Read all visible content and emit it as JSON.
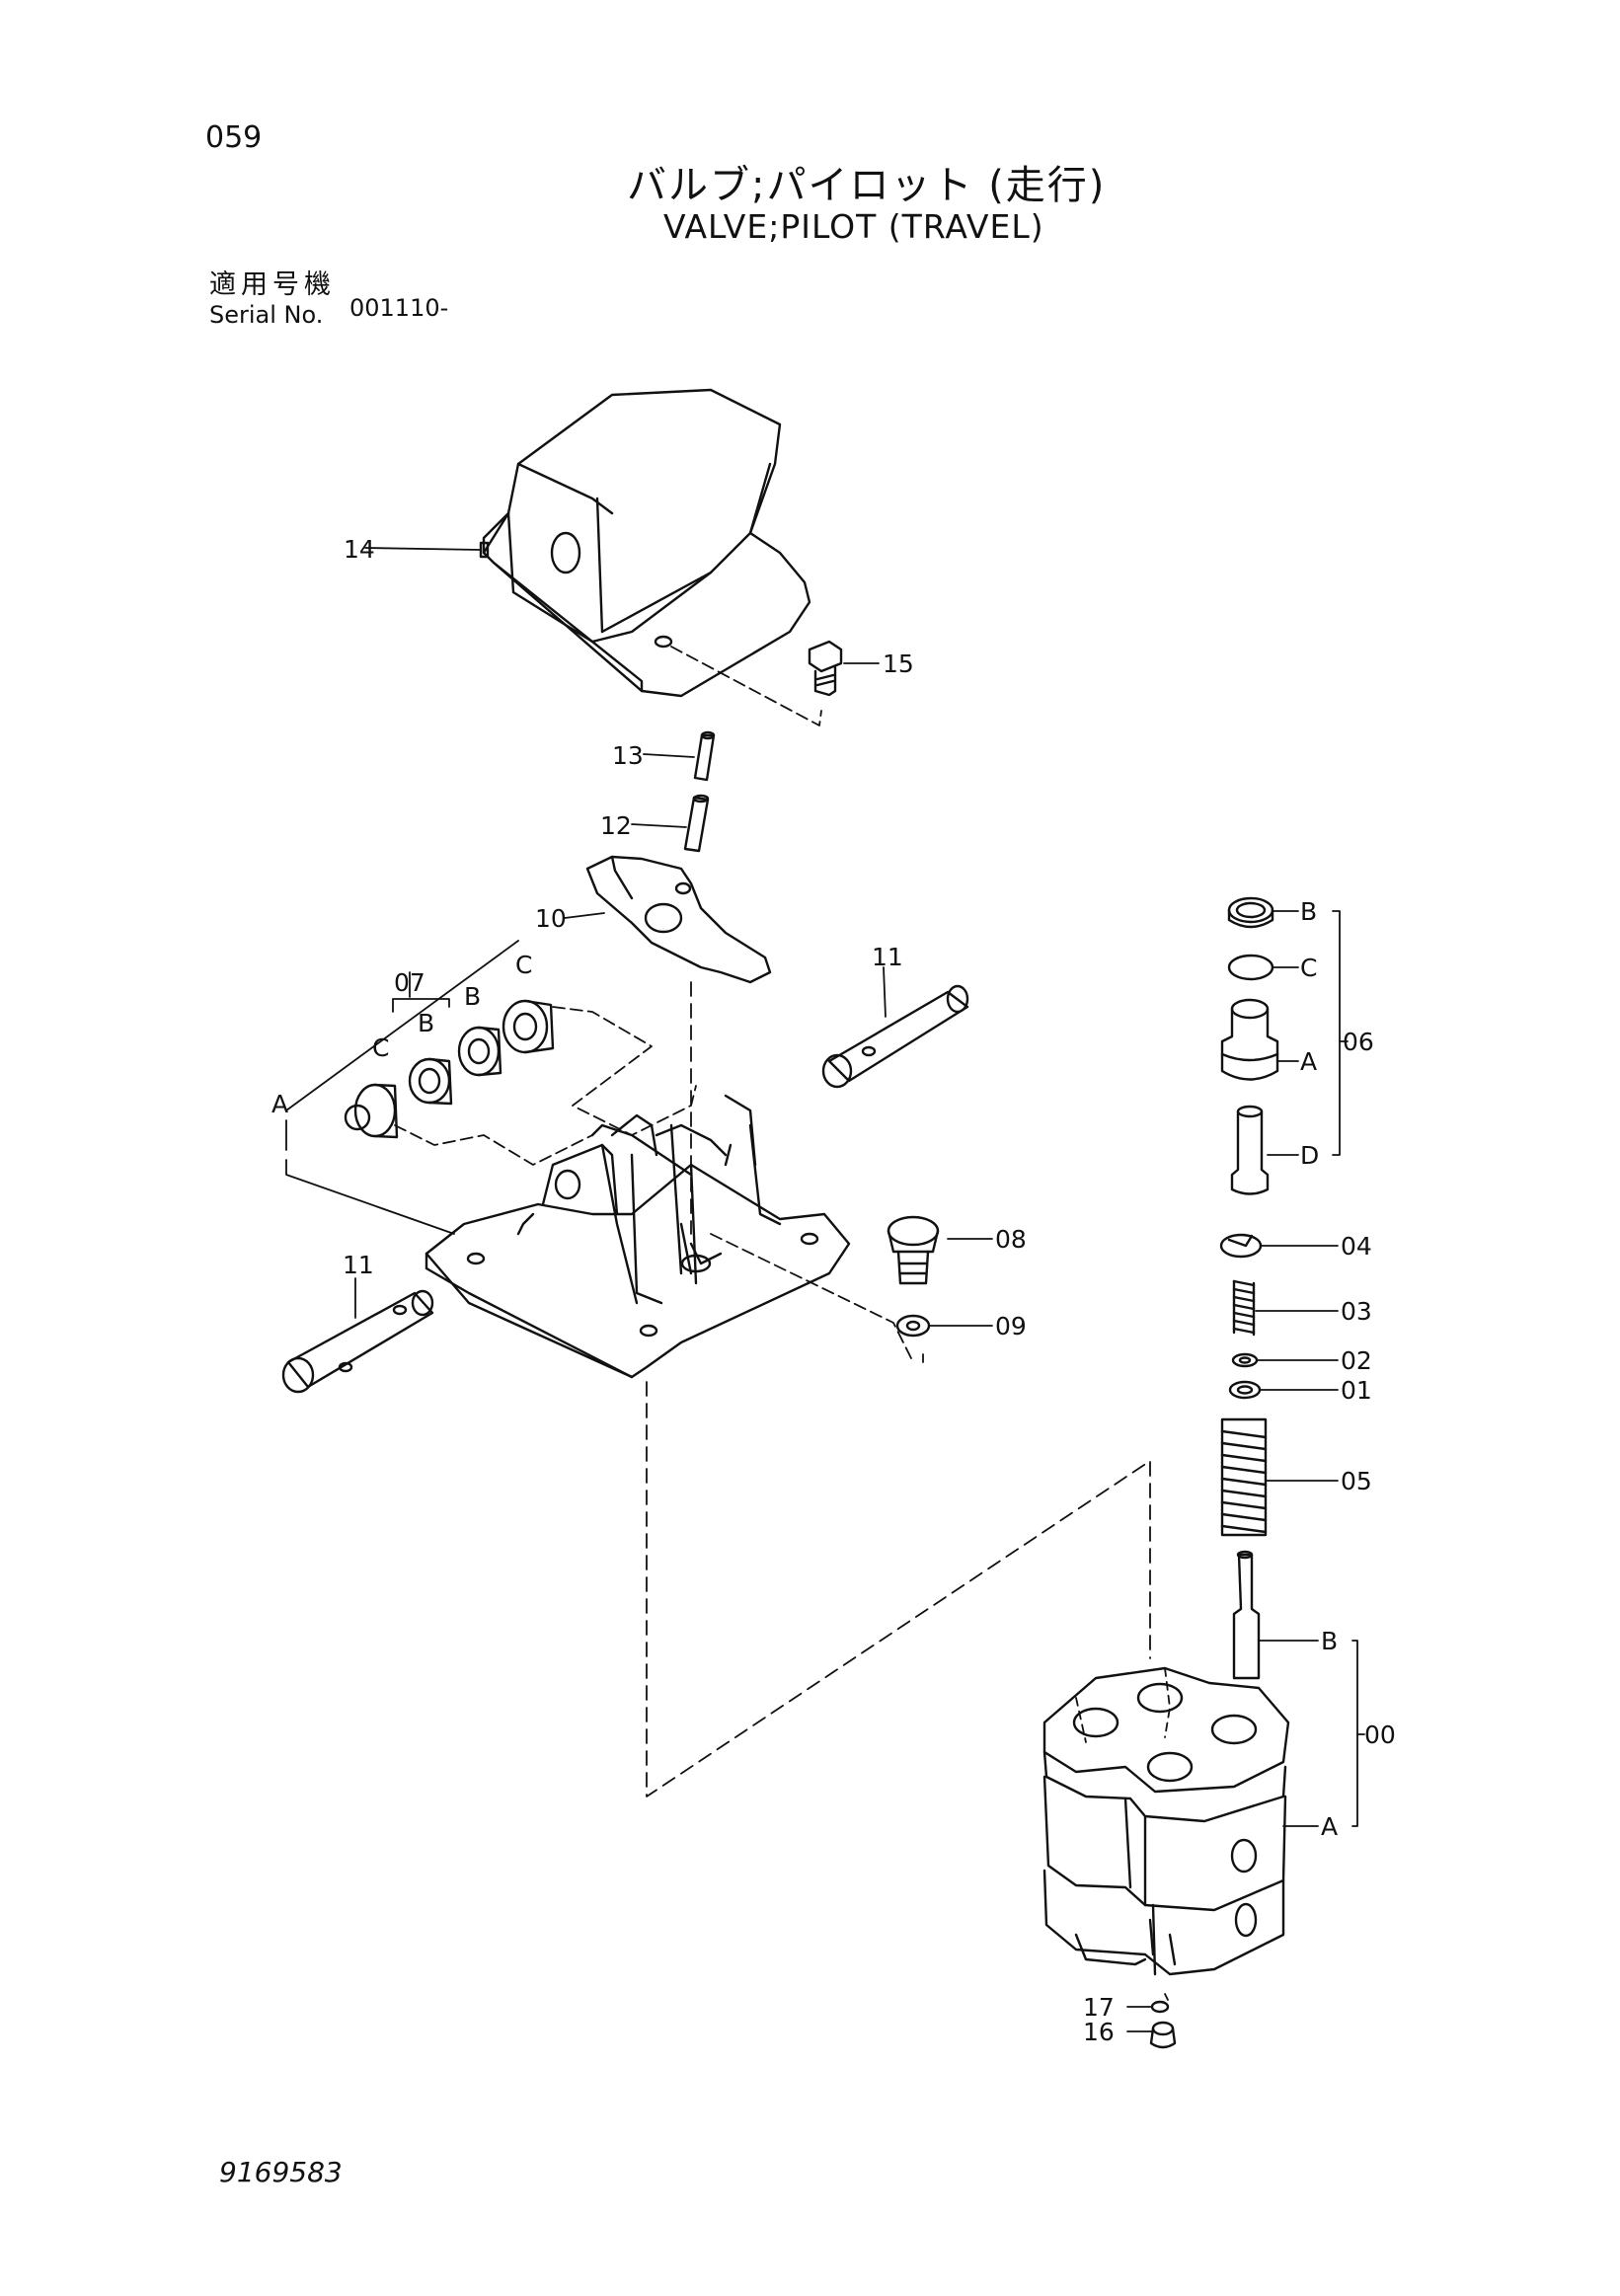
{
  "header": {
    "page_number": "059",
    "title_jp": "バルブ;パイロット (走行)",
    "title_en": "VALVE;PILOT (TRAVEL)",
    "serial_label_jp": "適用号機",
    "serial_label_en": "Serial No.",
    "serial_value": "001110-"
  },
  "footer": {
    "drawing_number": "9169583"
  },
  "callouts": {
    "c14": "14",
    "c15": "15",
    "c13": "13",
    "c12": "12",
    "c10": "10",
    "c11a": "11",
    "c11b": "11",
    "c07": "07",
    "c08": "08",
    "c09": "09",
    "c06": "06",
    "c04": "04",
    "c03": "03",
    "c02": "02",
    "c01": "01",
    "c05": "05",
    "c00": "00",
    "c17": "17",
    "c16": "16",
    "left_A": "A",
    "left_B1": "B",
    "left_B2": "B",
    "left_C1": "C",
    "left_C2": "C",
    "r06_B": "B",
    "r06_C": "C",
    "r06_A": "A",
    "r06_D": "D",
    "r00_B": "B",
    "r00_A": "A"
  }
}
